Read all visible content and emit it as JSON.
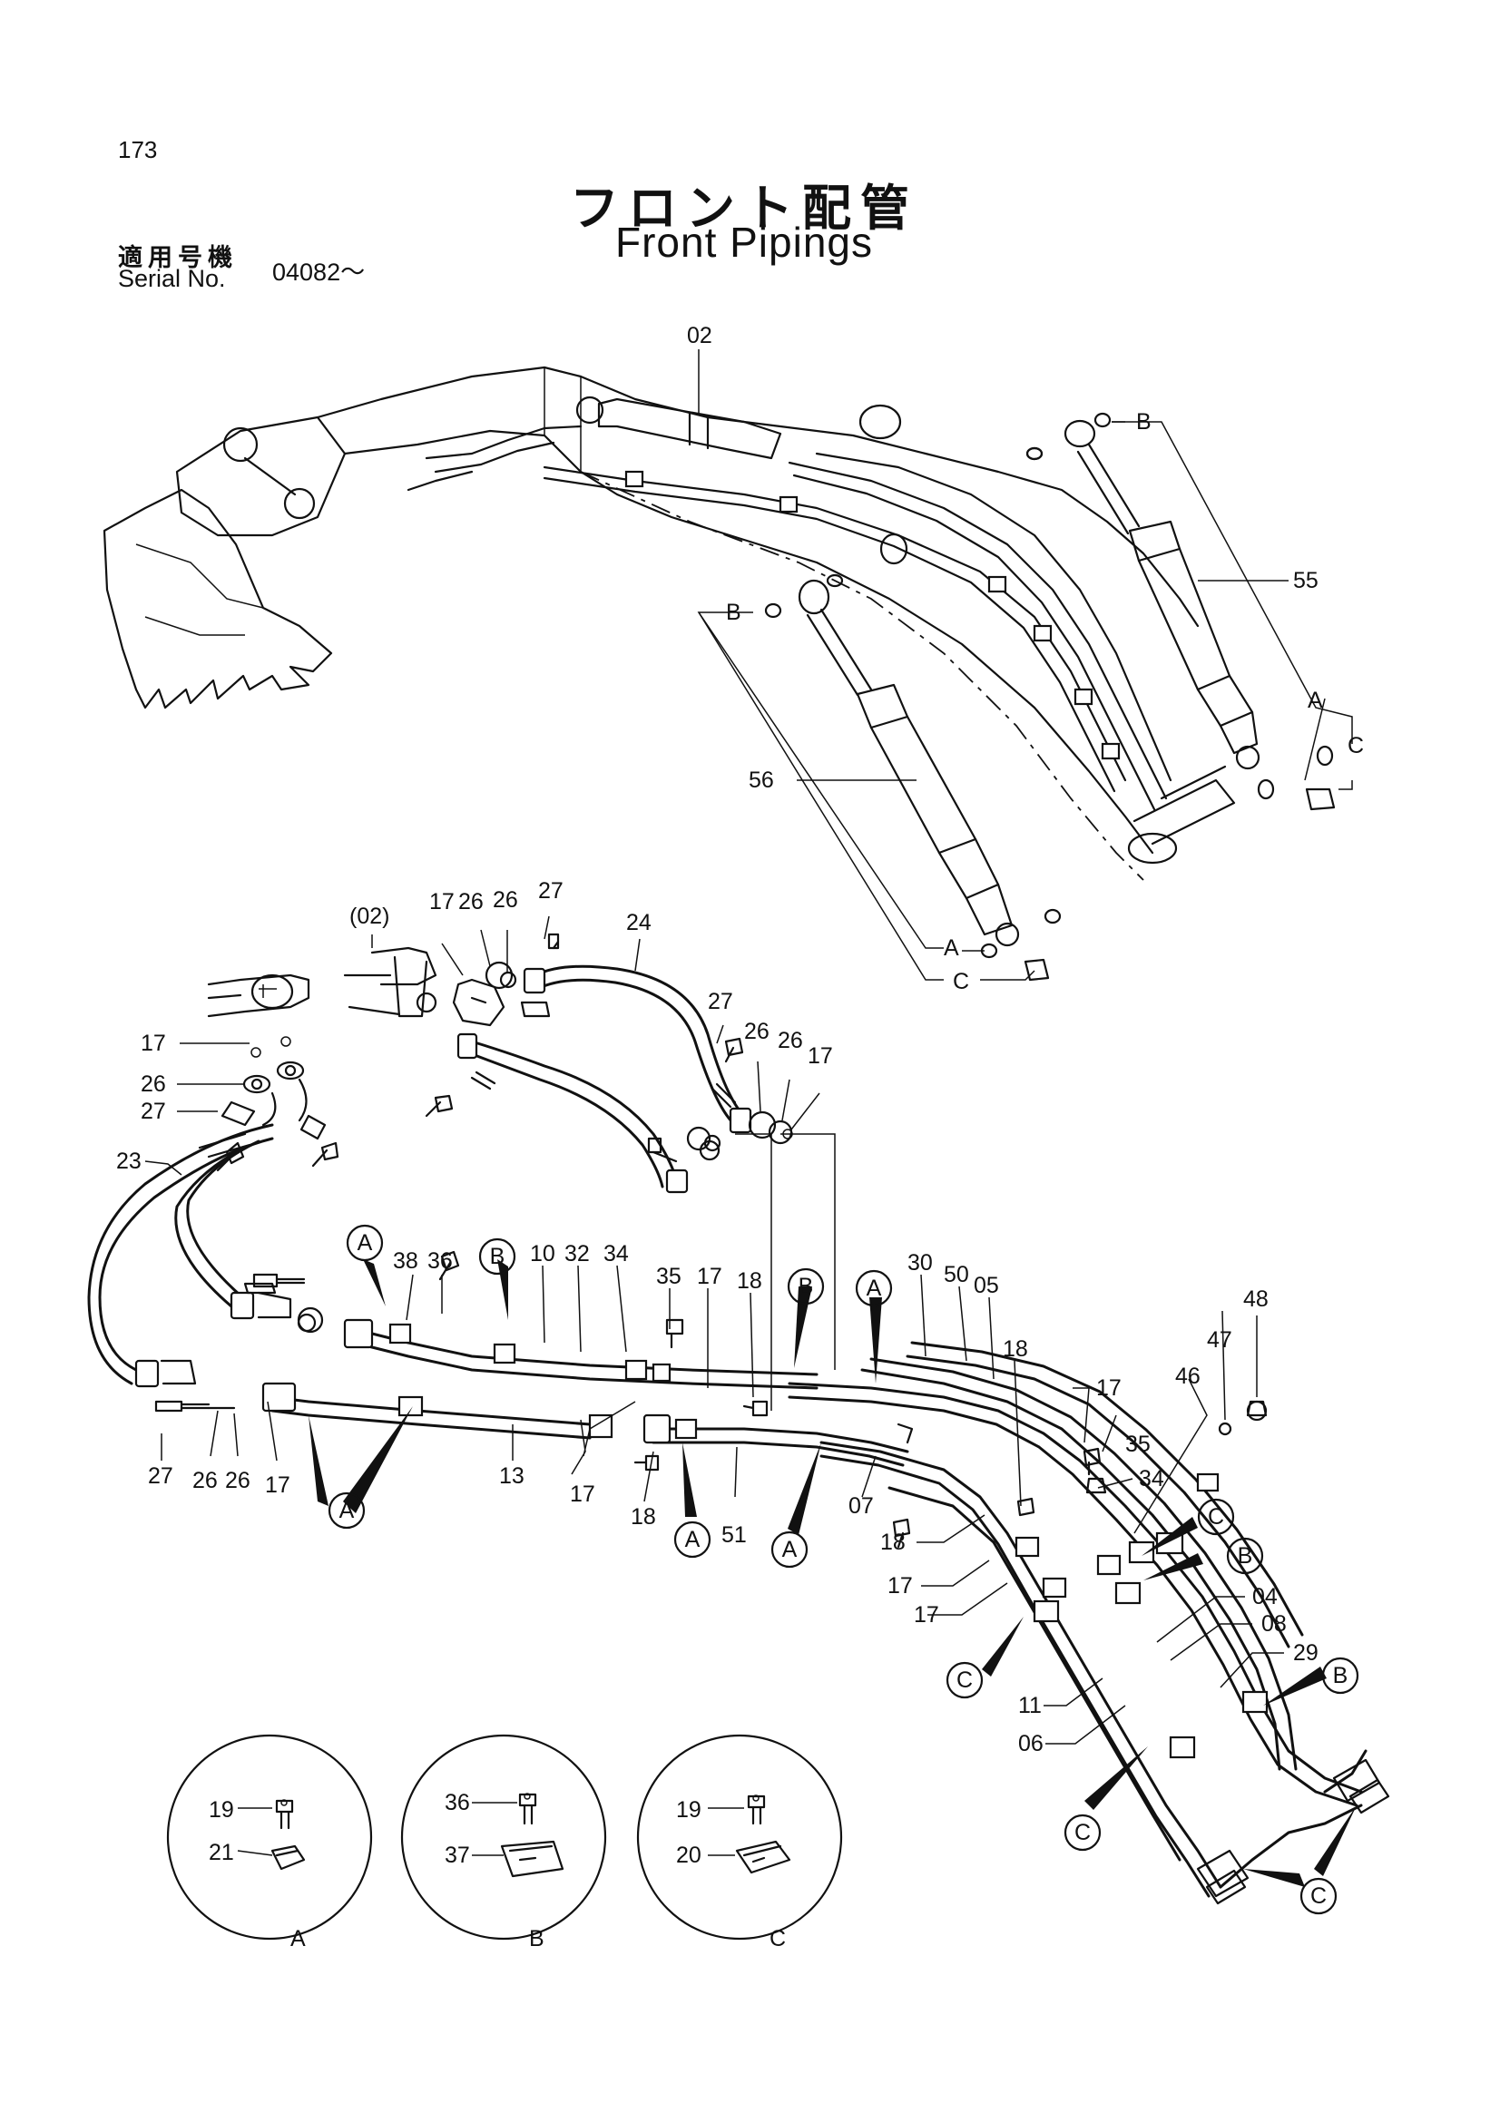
{
  "page": {
    "number": "173"
  },
  "title": {
    "jp": "フロント配管",
    "en": "Front Pipings"
  },
  "serial": {
    "label_jp": "適用号機",
    "label_en": "Serial No.",
    "value": "04082〜"
  },
  "callouts": {
    "top": [
      "02",
      "B",
      "55",
      "A",
      "C",
      "B",
      "56",
      "A",
      "C"
    ],
    "hose_group": [
      "(02)",
      "17",
      "26",
      "26",
      "27",
      "24",
      "27",
      "26",
      "26",
      "17",
      "17",
      "26",
      "27",
      "23",
      "27",
      "26",
      "26",
      "17"
    ],
    "lines": [
      "38",
      "36",
      "10",
      "32",
      "34",
      "35",
      "17",
      "18",
      "30",
      "50",
      "05",
      "18",
      "13",
      "17",
      "18",
      "51",
      "07",
      "18",
      "17",
      "17",
      "17",
      "35",
      "34",
      "48",
      "47",
      "46",
      "04",
      "08",
      "29",
      "11",
      "06"
    ],
    "circles": [
      "A",
      "B",
      "B",
      "A",
      "A",
      "A",
      "A",
      "C",
      "B",
      "C",
      "B",
      "C",
      "C"
    ]
  },
  "details": [
    {
      "id": "A",
      "bolt": "19",
      "clamp": "21"
    },
    {
      "id": "B",
      "bolt": "36",
      "clamp": "37"
    },
    {
      "id": "C",
      "bolt": "19",
      "clamp": "20"
    }
  ]
}
